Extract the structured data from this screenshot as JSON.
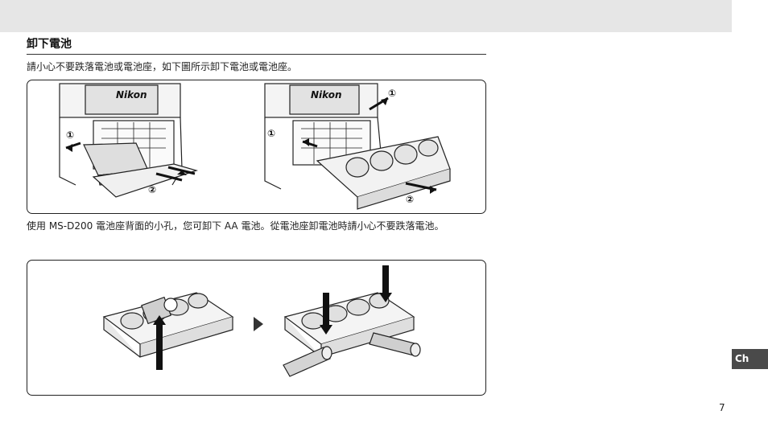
{
  "section": {
    "title": "卸下電池",
    "intro": "請小心不要跌落電池或電池座，如下圖所示卸下電池或電池座。",
    "body": "使用 MS-D200 電池座背面的小孔，您可卸下 AA 電池。從電池座卸電池時請小心不要跌落電池。"
  },
  "figure1": {
    "left": {
      "step1": "①",
      "step2": "②",
      "brand": "Nikon"
    },
    "right": {
      "step1a": "①",
      "step1b": "①",
      "step2": "②",
      "brand": "Nikon"
    }
  },
  "side_tab": "Ch",
  "page_number": "7"
}
